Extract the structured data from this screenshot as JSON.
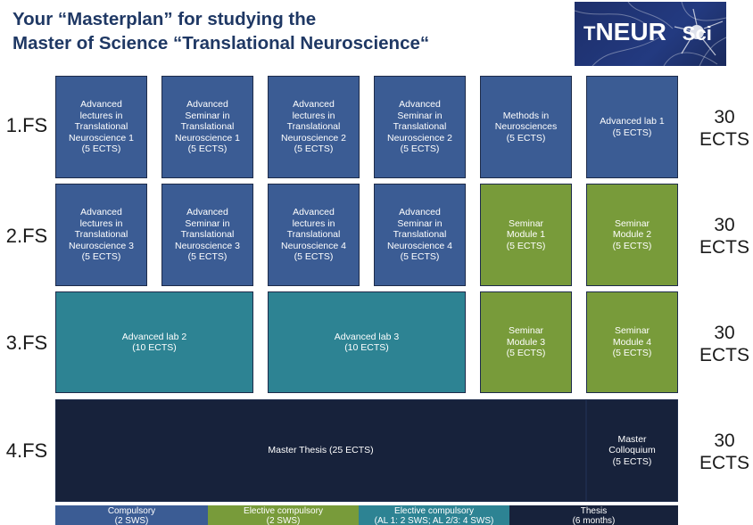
{
  "title": {
    "line1": "Your “Masterplan” for studying the",
    "line2": "Master of Science “Translational Neuroscience“"
  },
  "logo": {
    "prefix": "T",
    "main": "NEUR",
    "suffix": "Sci",
    "icon": "neuron-network-icon"
  },
  "semesters": [
    {
      "label": "1.FS",
      "ects_value": "30",
      "ects_unit": "ECTS"
    },
    {
      "label": "2.FS",
      "ects_value": "30",
      "ects_unit": "ECTS"
    },
    {
      "label": "3.FS",
      "ects_value": "30",
      "ects_unit": "ECTS"
    },
    {
      "label": "4.FS",
      "ects_value": "30",
      "ects_unit": "ECTS"
    }
  ],
  "modules": {
    "fs1": [
      "Advanced\nlectures in\nTranslational\nNeuroscience 1\n(5 ECTS)",
      "Advanced\nSeminar in\nTranslational\nNeuroscience 1\n(5 ECTS)",
      "Advanced\nlectures in\nTranslational\nNeuroscience 2\n(5 ECTS)",
      "Advanced\nSeminar in\nTranslational\nNeuroscience 2\n(5 ECTS)",
      "Methods in\nNeurosciences\n(5 ECTS)",
      "Advanced lab 1\n(5 ECTS)"
    ],
    "fs2": [
      "Advanced\nlectures in\nTranslational\nNeuroscience 3\n(5 ECTS)",
      "Advanced\nSeminar in\nTranslational\nNeuroscience 3\n(5 ECTS)",
      "Advanced\nlectures in\nTranslational\nNeuroscience 4\n(5 ECTS)",
      "Advanced\nSeminar in\nTranslational\nNeuroscience 4\n(5 ECTS)",
      "Seminar\nModule 1\n(5 ECTS)",
      "Seminar\nModule 2\n(5 ECTS)"
    ],
    "fs3": [
      "Advanced lab 2\n(10 ECTS)",
      "Advanced lab 3\n(10 ECTS)",
      "Seminar\nModule 3\n(5 ECTS)",
      "Seminar\nModule 4\n(5 ECTS)"
    ],
    "fs4": [
      "Master Thesis (25 ECTS)",
      "Master\nColloquium\n(5 ECTS)"
    ]
  },
  "legend": [
    {
      "text": "Compulsory\n(2 SWS)",
      "color": "#3b5c94"
    },
    {
      "text": "Elective compulsory\n(2 SWS)",
      "color": "#789b3a"
    },
    {
      "text": "Elective compulsory\n(AL 1: 2 SWS; AL 2/3: 4 SWS)",
      "color": "#2d8393"
    },
    {
      "text": "Thesis\n(6 months)",
      "color": "#17223b"
    }
  ],
  "colors": {
    "compulsory": "#3b5c94",
    "elective": "#789b3a",
    "elective_lab": "#2d8393",
    "thesis": "#17223b",
    "title": "#1f3864"
  }
}
